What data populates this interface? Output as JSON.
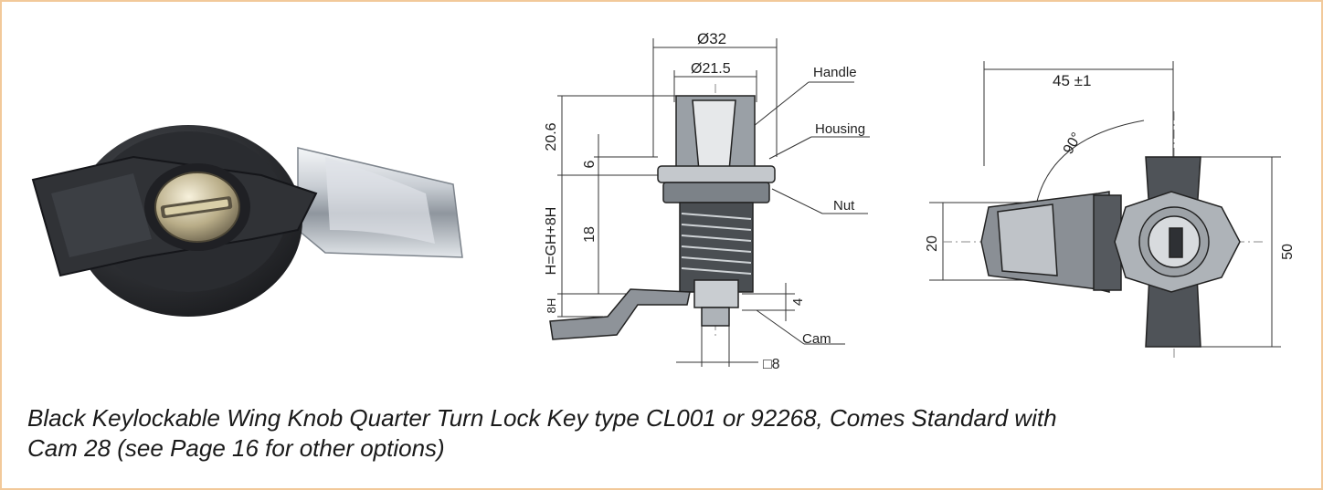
{
  "front_view": {
    "dim_outer_diameter": "Ø32",
    "dim_inner_diameter": "Ø21.5",
    "dim_total_height": "20.6",
    "dim_housing": "6",
    "dim_body": "18",
    "dim_h_formula": "H=GH+8H",
    "dim_bh": "8H",
    "dim_cam_thickness": "4",
    "dim_square": "□8",
    "label_handle": "Handle",
    "label_housing": "Housing",
    "label_nut": "Nut",
    "label_cam": "Cam"
  },
  "side_view": {
    "dim_length": "45 ±1",
    "dim_angle": "90°",
    "dim_width": "20",
    "dim_height": "50"
  },
  "caption": {
    "line1": "Black Keylockable Wing Knob Quarter Turn Lock Key type CL001 or 92268, Comes Standard with",
    "line2": "Cam 28 (see Page 16 for other options)"
  }
}
